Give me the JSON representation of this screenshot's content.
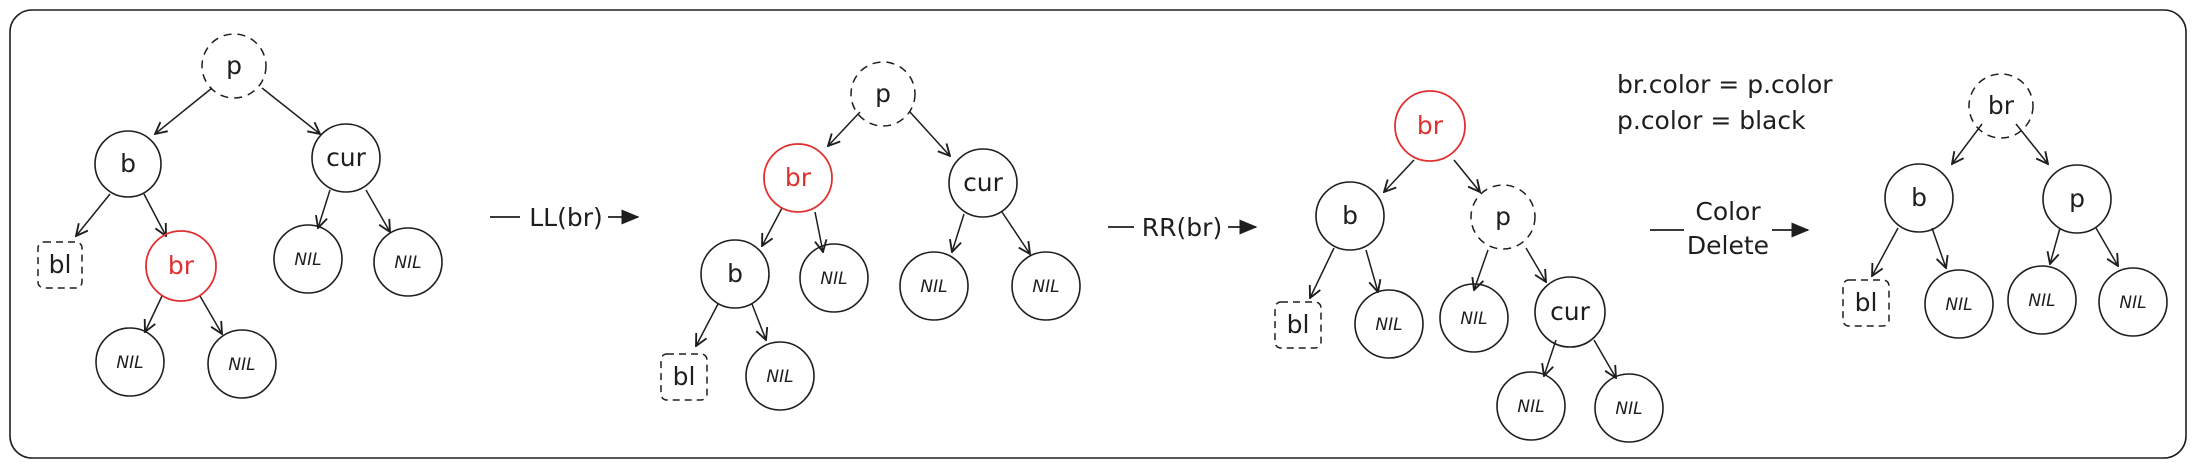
{
  "colors": {
    "ink": "#1e1e1e",
    "red": "#e03131",
    "background": "#ffffff"
  },
  "note": {
    "line1": "br.color = p.color",
    "line2": "p.color = black"
  },
  "operations": {
    "op1": "LL(br)",
    "op2": "RR(br)",
    "op3_line1": "Color",
    "op3_line2": "Delete"
  },
  "trees": [
    {
      "nodes": [
        {
          "id": "p",
          "label": "p",
          "style": "dashed"
        },
        {
          "id": "b",
          "label": "b",
          "style": "solid"
        },
        {
          "id": "cur",
          "label": "cur",
          "style": "solid"
        },
        {
          "id": "bl",
          "label": "bl",
          "style": "dashed-box"
        },
        {
          "id": "br",
          "label": "br",
          "style": "red"
        },
        {
          "id": "nil1",
          "label": "NIL",
          "style": "nil"
        },
        {
          "id": "nil2",
          "label": "NIL",
          "style": "nil"
        },
        {
          "id": "nil3",
          "label": "NIL",
          "style": "nil"
        },
        {
          "id": "nil4",
          "label": "NIL",
          "style": "nil"
        }
      ]
    },
    {
      "nodes": [
        {
          "id": "p",
          "label": "p",
          "style": "dashed"
        },
        {
          "id": "br",
          "label": "br",
          "style": "red"
        },
        {
          "id": "cur",
          "label": "cur",
          "style": "solid"
        },
        {
          "id": "b",
          "label": "b",
          "style": "solid"
        },
        {
          "id": "nil1",
          "label": "NIL",
          "style": "nil"
        },
        {
          "id": "nil2",
          "label": "NIL",
          "style": "nil"
        },
        {
          "id": "nil3",
          "label": "NIL",
          "style": "nil"
        },
        {
          "id": "bl",
          "label": "bl",
          "style": "dashed-box"
        },
        {
          "id": "nil4",
          "label": "NIL",
          "style": "nil"
        }
      ]
    },
    {
      "nodes": [
        {
          "id": "br",
          "label": "br",
          "style": "red"
        },
        {
          "id": "b",
          "label": "b",
          "style": "solid"
        },
        {
          "id": "p",
          "label": "p",
          "style": "dashed"
        },
        {
          "id": "bl",
          "label": "bl",
          "style": "dashed-box"
        },
        {
          "id": "nil1",
          "label": "NIL",
          "style": "nil"
        },
        {
          "id": "nil2",
          "label": "NIL",
          "style": "nil"
        },
        {
          "id": "cur",
          "label": "cur",
          "style": "solid"
        },
        {
          "id": "nil3",
          "label": "NIL",
          "style": "nil"
        },
        {
          "id": "nil4",
          "label": "NIL",
          "style": "nil"
        }
      ]
    },
    {
      "nodes": [
        {
          "id": "br",
          "label": "br",
          "style": "dashed"
        },
        {
          "id": "b",
          "label": "b",
          "style": "solid"
        },
        {
          "id": "p",
          "label": "p",
          "style": "solid"
        },
        {
          "id": "bl",
          "label": "bl",
          "style": "dashed-box"
        },
        {
          "id": "nil1",
          "label": "NIL",
          "style": "nil"
        },
        {
          "id": "nil2",
          "label": "NIL",
          "style": "nil"
        },
        {
          "id": "nil3",
          "label": "NIL",
          "style": "nil"
        }
      ]
    }
  ]
}
